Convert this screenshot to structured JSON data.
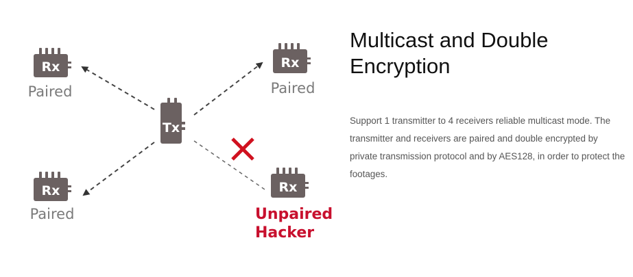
{
  "diagram": {
    "transmitter": {
      "label": "Tx"
    },
    "receivers": [
      {
        "id": "rx-top-left",
        "label": "Rx",
        "status": "Paired"
      },
      {
        "id": "rx-top-right",
        "label": "Rx",
        "status": "Paired"
      },
      {
        "id": "rx-bottom-left",
        "label": "Rx",
        "status": "Paired"
      }
    ],
    "hacker": {
      "label": "Rx",
      "status_line1": "Unpaired",
      "status_line2": "Hacker"
    },
    "colors": {
      "device": "#6b6161",
      "paired_text": "#7a7a7a",
      "hacker": "#c8102e",
      "arrow": "#333333"
    },
    "icons": {
      "blocked": "x-mark-icon"
    }
  },
  "text": {
    "title_line1": "Multicast and Double",
    "title_line2": "Encryption",
    "description": "Support 1 transmitter to 4 receivers reliable multicast mode. The transmitter and receivers are paired and double encrypted by private transmission protocol and by AES128, in order to protect the footages."
  }
}
